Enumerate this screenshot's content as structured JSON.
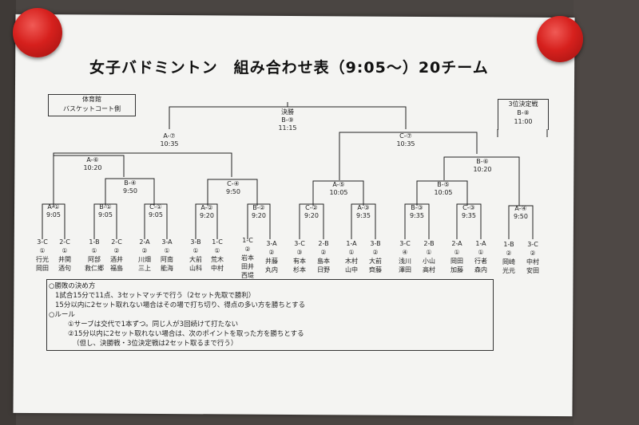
{
  "title": "女子バドミントン　組み合わせ表（9:05～）20チーム",
  "venue": {
    "line1": "体育館",
    "line2": "バスケットコート側"
  },
  "third_place": {
    "line1": "3位決定戦",
    "line2": "B-⑧",
    "line3": "11:00"
  },
  "final": {
    "name": "決勝",
    "code": "B-⑨",
    "time": "11:15"
  },
  "matches": [
    {
      "code": "A-⑦",
      "time": "10:35"
    },
    {
      "code": "C-⑦",
      "time": "10:35"
    },
    {
      "code": "A-⑥",
      "time": "10:20"
    },
    {
      "code": "B-⑥",
      "time": "10:20"
    },
    {
      "code": "B-④",
      "time": "9:50"
    },
    {
      "code": "C-④",
      "time": "9:50"
    },
    {
      "code": "A-⑤",
      "time": "10:05"
    },
    {
      "code": "B-⑤",
      "time": "10:05"
    },
    {
      "code": "A-①",
      "time": "9:05"
    },
    {
      "code": "B-①",
      "time": "9:05"
    },
    {
      "code": "C-①",
      "time": "9:05"
    },
    {
      "code": "A-②",
      "time": "9:20"
    },
    {
      "code": "B-②",
      "time": "9:20"
    },
    {
      "code": "C-②",
      "time": "9:20"
    },
    {
      "code": "A-③",
      "time": "9:35"
    },
    {
      "code": "B-③",
      "time": "9:35"
    },
    {
      "code": "C-③",
      "time": "9:35"
    },
    {
      "code": "A-④",
      "time": "9:50"
    }
  ],
  "teams": [
    {
      "cls": "3-C",
      "num": "①",
      "n1": "行光",
      "n2": "岡田",
      "n3": ""
    },
    {
      "cls": "2-C",
      "num": "①",
      "n1": "井関",
      "n2": "酒句",
      "n3": ""
    },
    {
      "cls": "1-B",
      "num": "①",
      "n1": "阿部",
      "n2": "救仁郷",
      "n3": ""
    },
    {
      "cls": "2-C",
      "num": "②",
      "n1": "酒井",
      "n2": "福島",
      "n3": ""
    },
    {
      "cls": "2-A",
      "num": "②",
      "n1": "川畑",
      "n2": "三上",
      "n3": ""
    },
    {
      "cls": "3-A",
      "num": "①",
      "n1": "阿南",
      "n2": "能海",
      "n3": ""
    },
    {
      "cls": "3-B",
      "num": "①",
      "n1": "大前",
      "n2": "山科",
      "n3": ""
    },
    {
      "cls": "1-C",
      "num": "①",
      "n1": "荒木",
      "n2": "中村",
      "n3": ""
    },
    {
      "cls": "1-C",
      "num": "②",
      "n1": "岩本",
      "n2": "田井",
      "n3": "西堤"
    },
    {
      "cls": "3-A",
      "num": "②",
      "n1": "井藤",
      "n2": "丸内",
      "n3": ""
    },
    {
      "cls": "3-C",
      "num": "③",
      "n1": "有本",
      "n2": "杉本",
      "n3": ""
    },
    {
      "cls": "2-B",
      "num": "②",
      "n1": "島本",
      "n2": "日野",
      "n3": ""
    },
    {
      "cls": "1-A",
      "num": "①",
      "n1": "木村",
      "n2": "山中",
      "n3": ""
    },
    {
      "cls": "3-B",
      "num": "②",
      "n1": "大前",
      "n2": "齊藤",
      "n3": ""
    },
    {
      "cls": "3-C",
      "num": "④",
      "n1": "浅川",
      "n2": "澤田",
      "n3": ""
    },
    {
      "cls": "2-B",
      "num": "①",
      "n1": "小山",
      "n2": "高村",
      "n3": ""
    },
    {
      "cls": "2-A",
      "num": "①",
      "n1": "岡田",
      "n2": "加藤",
      "n3": ""
    },
    {
      "cls": "1-A",
      "num": "①",
      "n1": "行者",
      "n2": "森内",
      "n3": ""
    },
    {
      "cls": "1-B",
      "num": "②",
      "n1": "岡崎",
      "n2": "光元",
      "n3": ""
    },
    {
      "cls": "3-C",
      "num": "②",
      "n1": "中村",
      "n2": "安田",
      "n3": ""
    }
  ],
  "rules": {
    "h1": "○勝敗の決め方",
    "l1": "1試合15分で11点、3セットマッチで行う（2セット先取で勝利）",
    "l2": "15分以内に2セット取れない場合はその場で打ち切り、得点の多い方を勝ちとする",
    "h2": "○ルール",
    "l3": "①サーブは交代で1本ずつ。同じ人が3回続けて打たない",
    "l4": "②15分以内に2セット取れない場合は、次のポイントを取った方を勝ちとする",
    "l5": "（但し、決勝戦・3位決定戦は2セット取るまで行う）"
  }
}
